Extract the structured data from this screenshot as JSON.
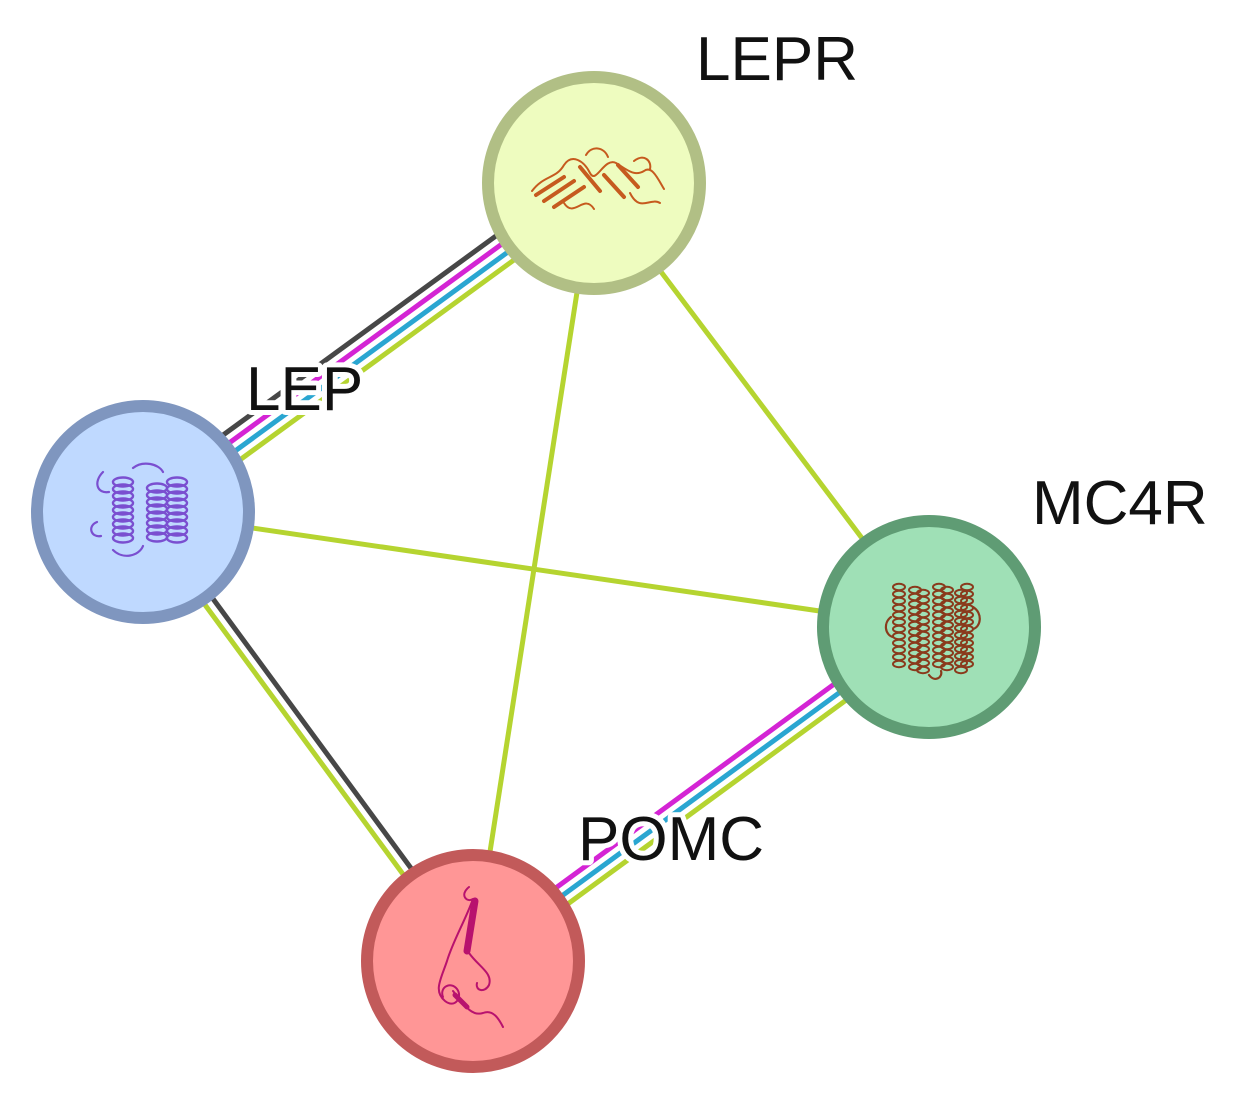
{
  "nodes": [
    {
      "id": "LEPR",
      "label": "LEPR",
      "fill": "#eefcbf",
      "border": "#b1bf85",
      "structure_color": "#c65a1e",
      "structure_icon": "protein-beta-sheet-structure-icon"
    },
    {
      "id": "LEP",
      "label": "LEP",
      "fill": "#bfd9ff",
      "border": "#7f96bf",
      "structure_color": "#7a4fd0",
      "structure_icon": "protein-helix-bundle-structure-icon"
    },
    {
      "id": "MC4R",
      "label": "MC4R",
      "fill": "#9fe0b6",
      "border": "#5f9c74",
      "structure_color": "#8a3a1c",
      "structure_icon": "protein-transmembrane-helix-structure-icon"
    },
    {
      "id": "POMC",
      "label": "POMC",
      "fill": "#ff9696",
      "border": "#c25a5a",
      "structure_color": "#b8126e",
      "structure_icon": "protein-coil-structure-icon"
    }
  ],
  "edge_colors": {
    "text-mining": "#b5d430",
    "database": "#2aa6d1",
    "experimental": "#d424d4",
    "co-expression": "#474747"
  },
  "edges": [
    {
      "source": "LEP",
      "target": "LEPR",
      "evidence": [
        "co-expression",
        "experimental",
        "database",
        "text-mining"
      ]
    },
    {
      "source": "LEP",
      "target": "POMC",
      "evidence": [
        "co-expression",
        "text-mining"
      ]
    },
    {
      "source": "LEP",
      "target": "MC4R",
      "evidence": [
        "text-mining"
      ]
    },
    {
      "source": "LEPR",
      "target": "POMC",
      "evidence": [
        "text-mining"
      ]
    },
    {
      "source": "LEPR",
      "target": "MC4R",
      "evidence": [
        "text-mining"
      ]
    },
    {
      "source": "MC4R",
      "target": "POMC",
      "evidence": [
        "experimental",
        "database",
        "text-mining"
      ]
    }
  ]
}
